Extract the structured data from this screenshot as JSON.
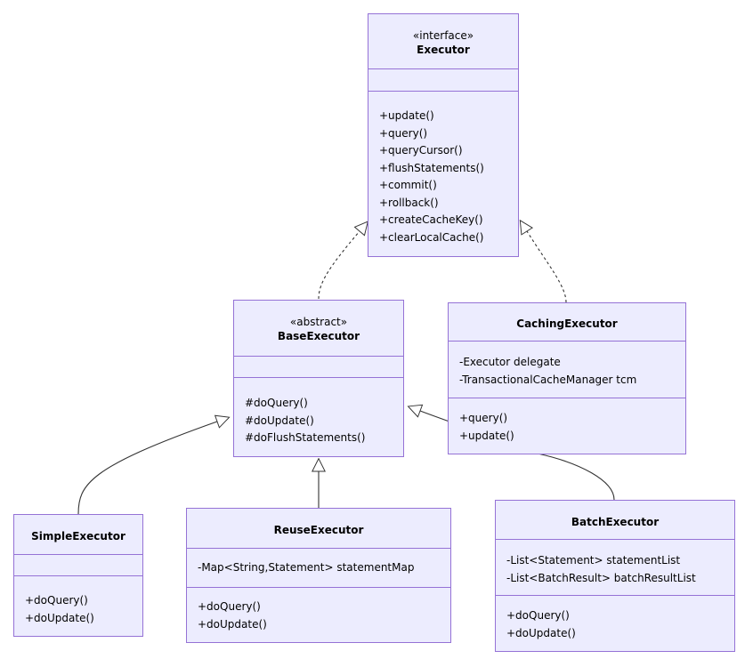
{
  "classes": {
    "executor": {
      "stereotype": "«interface»",
      "name": "Executor",
      "attributes": [],
      "methods": [
        "+update()",
        "+query()",
        "+queryCursor()",
        "+flushStatements()",
        "+commit()",
        "+rollback()",
        "+createCacheKey()",
        "+clearLocalCache()"
      ]
    },
    "base_executor": {
      "stereotype": "«abstract»",
      "name": "BaseExecutor",
      "attributes": [],
      "methods": [
        "#doQuery()",
        "#doUpdate()",
        "#doFlushStatements()"
      ]
    },
    "caching_executor": {
      "name": "CachingExecutor",
      "attributes": [
        "-Executor delegate",
        "-TransactionalCacheManager tcm"
      ],
      "methods": [
        "+query()",
        "+update()"
      ]
    },
    "simple_executor": {
      "name": "SimpleExecutor",
      "attributes": [],
      "methods": [
        "+doQuery()",
        "+doUpdate()"
      ]
    },
    "reuse_executor": {
      "name": "ReuseExecutor",
      "attributes": [
        "-Map<String,Statement> statementMap"
      ],
      "methods": [
        "+doQuery()",
        "+doUpdate()"
      ]
    },
    "batch_executor": {
      "name": "BatchExecutor",
      "attributes": [
        "-List<Statement> statementList",
        "-List<BatchResult> batchResultList"
      ],
      "methods": [
        "+doQuery()",
        "+doUpdate()"
      ]
    }
  },
  "relations": [
    {
      "from": "BaseExecutor",
      "to": "Executor",
      "type": "realization"
    },
    {
      "from": "CachingExecutor",
      "to": "Executor",
      "type": "realization"
    },
    {
      "from": "SimpleExecutor",
      "to": "BaseExecutor",
      "type": "inheritance"
    },
    {
      "from": "ReuseExecutor",
      "to": "BaseExecutor",
      "type": "inheritance"
    },
    {
      "from": "BatchExecutor",
      "to": "BaseExecutor",
      "type": "inheritance"
    }
  ],
  "colors": {
    "box_fill": "#ececfe",
    "box_border": "#9572d6",
    "edge": "#333333"
  }
}
